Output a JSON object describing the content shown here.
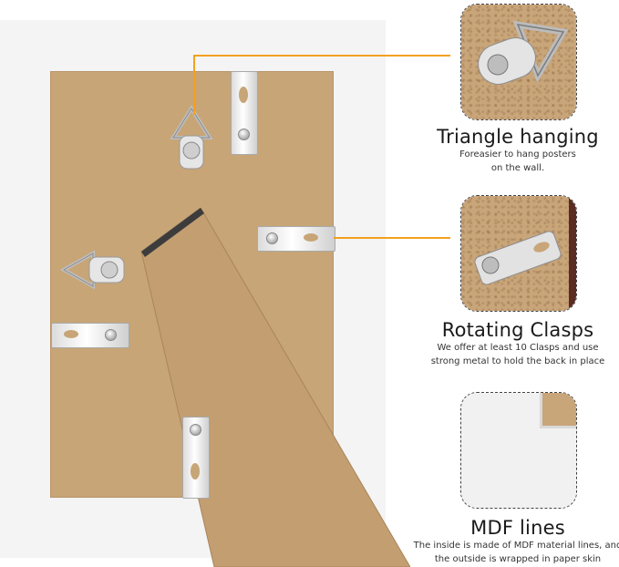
{
  "features": [
    {
      "title": "Triangle hanging",
      "desc_line1": "Foreasier to hang posters",
      "desc_line2": "on the wall."
    },
    {
      "title": "Rotating Clasps",
      "desc_line1": "We offer at least 10 Clasps and use",
      "desc_line2": "strong metal to hold the back in place"
    },
    {
      "title": "MDF lines",
      "desc_line1": "The inside is made of MDF material lines, and",
      "desc_line2": "the outside is wrapped in paper skin"
    }
  ],
  "colors": {
    "leader": "#f3a01f",
    "board": "#c7a577",
    "frame": "#f4f4f4"
  }
}
